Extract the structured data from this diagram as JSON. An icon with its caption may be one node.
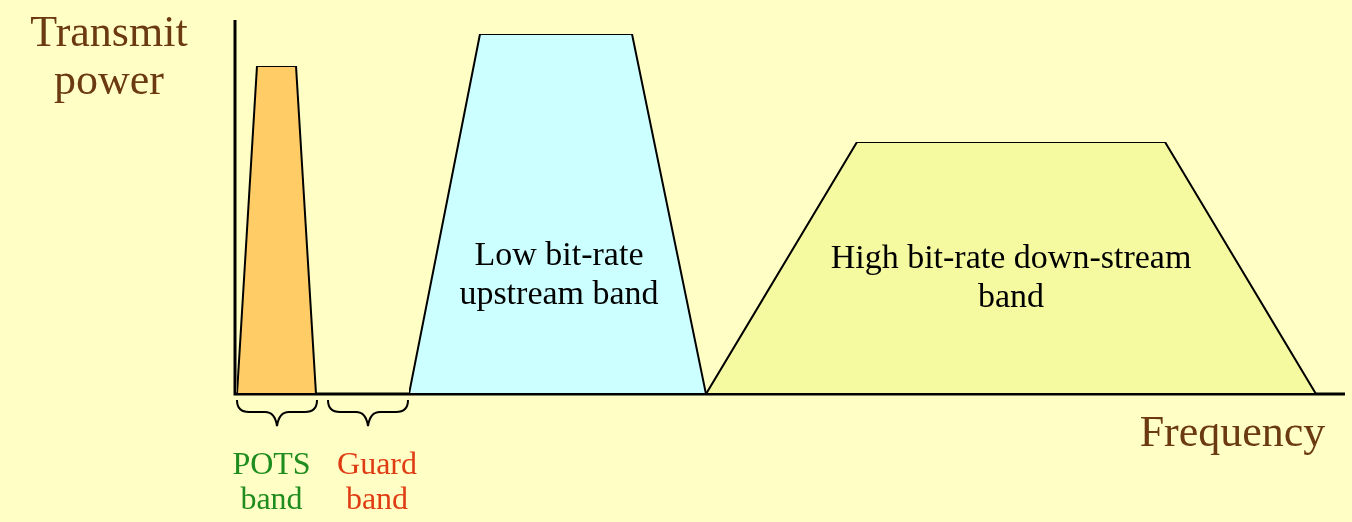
{
  "diagram": {
    "nodes": [
      {
        "text": [],
        "shape": "trapezoid"
      },
      {
        "text": [
          "Low bit-rate upstream band"
        ]
      },
      {
        "text": [
          "High bit-rate down-stream band"
        ]
      }
    ],
    "labels": [
      "Transmit power",
      "Frequency",
      "POTS band",
      "Guard band"
    ]
  }
}
